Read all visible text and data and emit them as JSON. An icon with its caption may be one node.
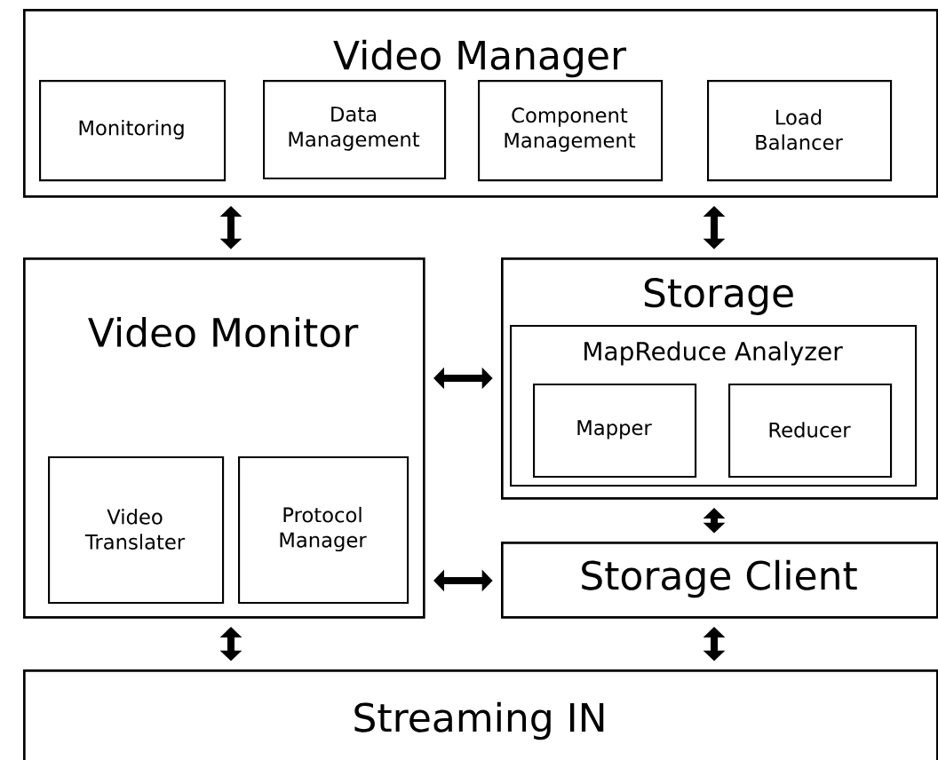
{
  "diagram": {
    "nodes": [
      {
        "text": [
          "Video Manager"
        ]
      },
      {
        "text": [
          "Monitoring"
        ],
        "in": 0
      },
      {
        "text": [
          "Data Management"
        ],
        "in": 0
      },
      {
        "text": [
          "Component Management"
        ],
        "in": 0
      },
      {
        "text": [
          "Load Balancer"
        ],
        "in": 0
      },
      {
        "text": [
          "Video Monitor"
        ]
      },
      {
        "text": [
          "Video Translater"
        ],
        "in": 5
      },
      {
        "text": [
          "Protocol Manager"
        ],
        "in": 5
      },
      {
        "text": [
          "Storage"
        ]
      },
      {
        "text": [
          "MapReduce Analyzer"
        ],
        "in": 8
      },
      {
        "text": [
          "Mapper"
        ],
        "in": 9
      },
      {
        "text": [
          "Reducer"
        ],
        "in": 9
      },
      {
        "text": [
          "Storage Client"
        ]
      },
      {
        "text": [
          "Streaming IN"
        ]
      }
    ],
    "edges": [
      {
        "from": 0,
        "to": 5,
        "arrow": "both"
      },
      {
        "from": 0,
        "to": 8,
        "arrow": "both"
      },
      {
        "from": 5,
        "to": 8,
        "arrow": "both"
      },
      {
        "from": 8,
        "to": 12,
        "arrow": "both"
      },
      {
        "from": 5,
        "to": 12,
        "arrow": "both"
      },
      {
        "from": 5,
        "to": 13,
        "arrow": "both"
      },
      {
        "from": 12,
        "to": 13,
        "arrow": "both"
      }
    ]
  }
}
